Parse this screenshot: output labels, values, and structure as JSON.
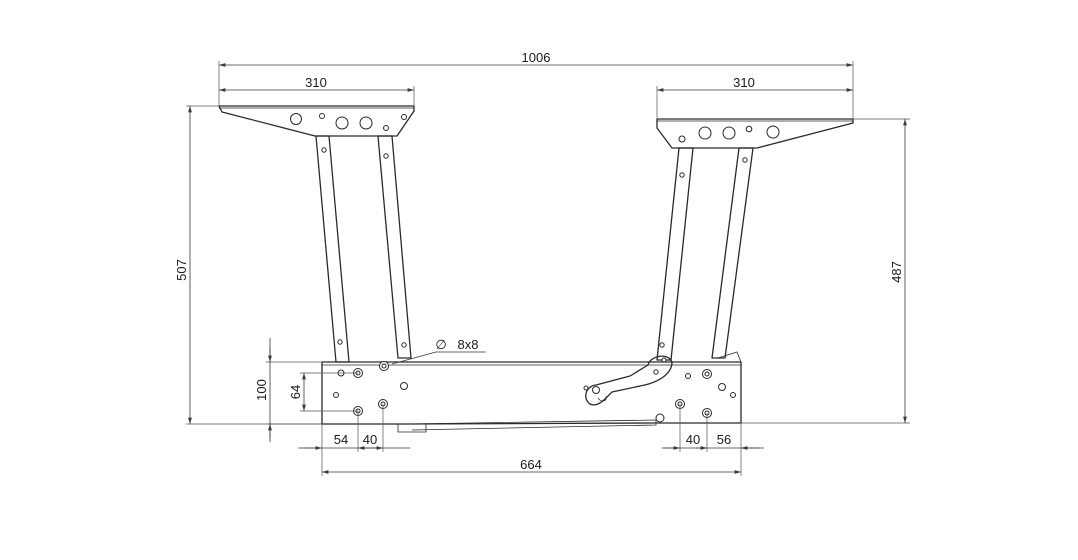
{
  "dimensions": {
    "overall_width": "1006",
    "top_plate_left_width": "310",
    "top_plate_right_width": "310",
    "height_left": "507",
    "height_right": "487",
    "base_height": "100",
    "hole_spacing_vertical": "64",
    "hole_spec": "8x8",
    "hole_spec_symbol": "∅",
    "left_offset": "54",
    "left_spacing": "40",
    "right_spacing": "40",
    "right_offset": "56",
    "base_length": "664"
  }
}
